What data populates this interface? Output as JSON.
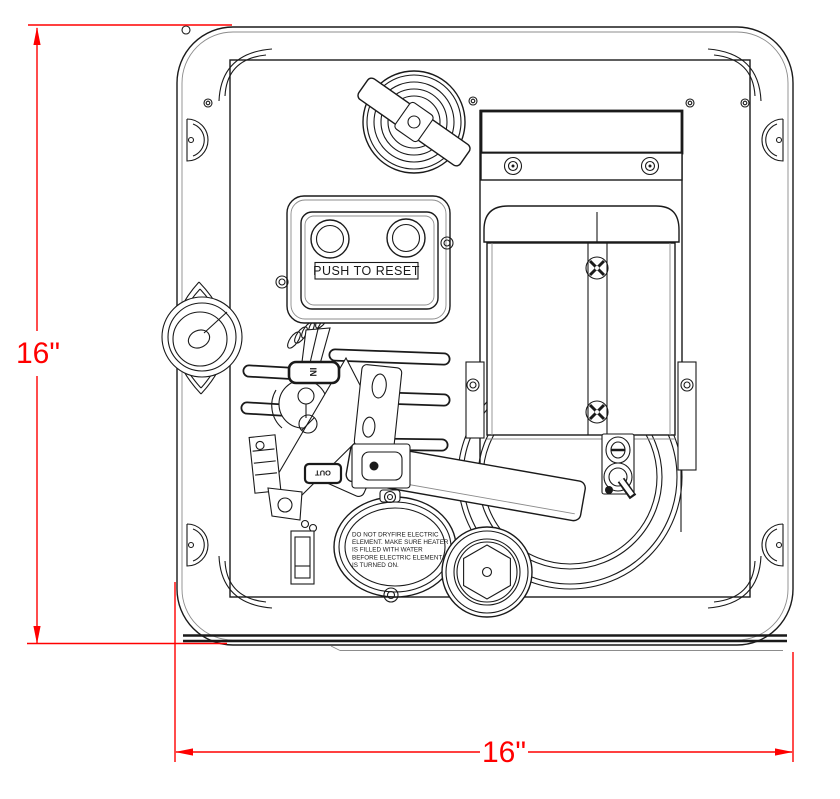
{
  "dimensions": {
    "height_label": "16\"",
    "width_label": "16\""
  },
  "labels": {
    "reset_plate": "PUSH TO RESET",
    "valve_inlet": "IN",
    "valve_outlet": "OUT"
  },
  "warning_plate": {
    "lines": [
      "DO NOT DRYFIRE ELECTRIC",
      "ELEMENT. MAKE SURE HEATER",
      "IS FILLED WITH WATER",
      "BEFORE ELECTRIC ELEMENT",
      "IS TURNED ON."
    ]
  },
  "colors": {
    "dimension_red": "#FF0000",
    "line_black": "#1A1A1A",
    "shade_gray": "#8C8C8C"
  }
}
